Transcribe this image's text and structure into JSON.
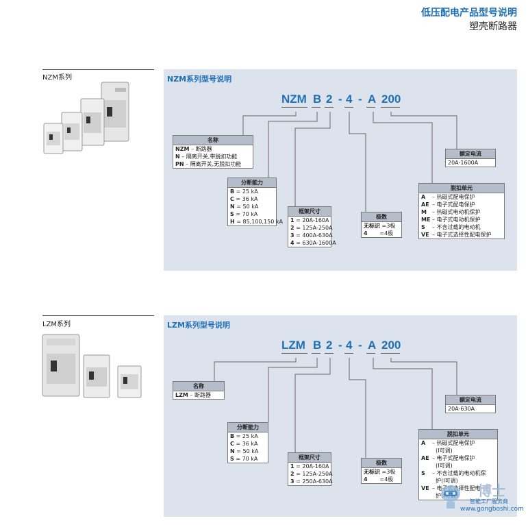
{
  "header": {
    "title": "低压配电产品型号说明",
    "subtitle": "塑壳断路器"
  },
  "sections": [
    {
      "series_label": "NZM系列",
      "panel_title": "NZM系列型号说明",
      "code_parts": [
        "NZM",
        "B",
        "2",
        "-",
        "4",
        "-",
        "A",
        "200"
      ],
      "boxes": {
        "name": {
          "title": "名称",
          "rows": [
            [
              "NZM",
              "断路器"
            ],
            [
              "N",
              "隔离开关,带脱扣功能"
            ],
            [
              "PN",
              "隔离开关,无脱扣功能"
            ]
          ]
        },
        "capacity": {
          "title": "分断能力",
          "rows": [
            [
              "B",
              "25 kA"
            ],
            [
              "C",
              "36 kA"
            ],
            [
              "N",
              "50 kA"
            ],
            [
              "S",
              "70 kA"
            ],
            [
              "H",
              "85,100,150 kA"
            ]
          ]
        },
        "frame": {
          "title": "框架尺寸",
          "rows": [
            [
              "1",
              "20A-160A"
            ],
            [
              "2",
              "125A-250A"
            ],
            [
              "3",
              "400A-630A"
            ],
            [
              "4",
              "630A-1600A"
            ]
          ]
        },
        "poles": {
          "title": "极数",
          "rows": [
            [
              "无标识",
              "3极"
            ],
            [
              "4",
              "4极"
            ]
          ]
        },
        "rated": {
          "title": "额定电流",
          "value": "20A-1600A"
        },
        "trip": {
          "title": "脱扣单元",
          "rows": [
            [
              "A",
              "热磁式配电保护"
            ],
            [
              "AE",
              "电子式配电保护"
            ],
            [
              "M",
              "热磁式电动机保护"
            ],
            [
              "ME",
              "电子式电动机保护"
            ],
            [
              "S",
              "不含过载的电动机"
            ],
            [
              "VE",
              "电子式选择性配电保护"
            ]
          ]
        }
      }
    },
    {
      "series_label": "LZM系列",
      "panel_title": "LZM系列型号说明",
      "code_parts": [
        "LZM",
        "B",
        "2",
        "-",
        "4",
        "-",
        "A",
        "200"
      ],
      "boxes": {
        "name": {
          "title": "名称",
          "rows": [
            [
              "LZM",
              "断路器"
            ]
          ]
        },
        "capacity": {
          "title": "分断能力",
          "rows": [
            [
              "B",
              "25 kA"
            ],
            [
              "C",
              "36 kA"
            ],
            [
              "N",
              "50 kA"
            ],
            [
              "S",
              "70 kA"
            ]
          ]
        },
        "frame": {
          "title": "框架尺寸",
          "rows": [
            [
              "1",
              "20A-160A"
            ],
            [
              "2",
              "125A-250A"
            ],
            [
              "3",
              "250A-630A"
            ]
          ]
        },
        "poles": {
          "title": "极数",
          "rows": [
            [
              "无标识",
              "3极"
            ],
            [
              "4",
              "4极"
            ]
          ]
        },
        "rated": {
          "title": "额定电流",
          "value": "20A-630A"
        },
        "trip": {
          "title": "脱扣单元",
          "rows": [
            [
              "A",
              "热磁式配电保护"
            ],
            [
              "",
              "(I可调)"
            ],
            [
              "AE",
              "电子式配电保护"
            ],
            [
              "",
              "(I可调)"
            ],
            [
              "S",
              "不含过载的电动机保"
            ],
            [
              "",
              "护(I可调)"
            ],
            [
              "VE",
              "电子式选择性配电"
            ],
            [
              "",
              "护(I可调)"
            ]
          ]
        }
      }
    }
  ],
  "watermark": {
    "brand": "博士",
    "tagline": "智能工厂服务商",
    "url": "www.gongboshi.com"
  },
  "colors": {
    "accent": "#1f6fb5",
    "panel": "#dde3ec",
    "box_header": "#b4bdc9"
  },
  "icons": [
    "breaker-photo-nzm",
    "breaker-photo-lzm",
    "robot-mascot-icon"
  ]
}
